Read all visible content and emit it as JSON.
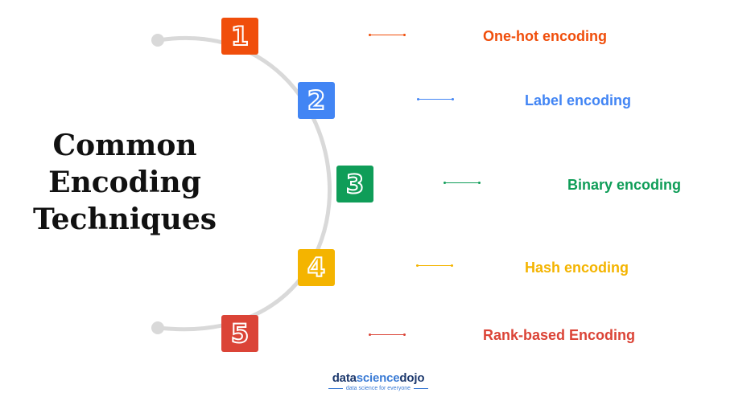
{
  "title": {
    "line1": "Common",
    "line2": "Encoding",
    "line3": "Techniques"
  },
  "steps": [
    {
      "number": "1",
      "label": "One-hot encoding",
      "color": "#f04e0b"
    },
    {
      "number": "2",
      "label": "Label encoding",
      "color": "#4285f4"
    },
    {
      "number": "3",
      "label": "Binary encoding",
      "color": "#0f9d58"
    },
    {
      "number": "4",
      "label": "Hash encoding",
      "color": "#f4b400"
    },
    {
      "number": "5",
      "label": "Rank-based Encoding",
      "color": "#db4437"
    }
  ],
  "arc_color": "#d9d9d9",
  "logo": {
    "part1": "data",
    "part2": "science",
    "part3": "dojo",
    "tagline": "data science for everyone"
  }
}
